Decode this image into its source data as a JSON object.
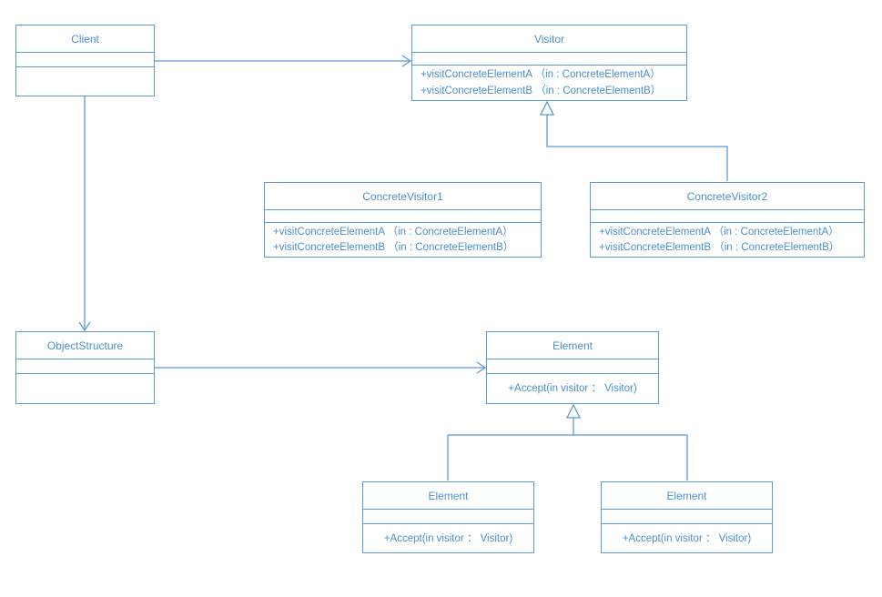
{
  "diagram": {
    "kind": "uml-class-diagram",
    "pattern": "Visitor",
    "colors": {
      "stroke": "#5B9BD5",
      "text": "#4A90CE",
      "background": "#FFFFFF"
    },
    "classes": [
      {
        "name": "Client",
        "methods": []
      },
      {
        "name": "Visitor",
        "methods": [
          "+visitConcreteElementA （in : ConcreteElementA）",
          "+visitConcreteElementB （in : ConcreteElementB）"
        ]
      },
      {
        "name": "ConcreteVisitor1",
        "methods": [
          "+visitConcreteElementA （in : ConcreteElementA）",
          "+visitConcreteElementB （in : ConcreteElementB）"
        ]
      },
      {
        "name": "ConcreteVisitor2",
        "methods": [
          "+visitConcreteElementA （in : ConcreteElementA）",
          "+visitConcreteElementB （in : ConcreteElementB）"
        ]
      },
      {
        "name": "ObjectStructure",
        "methods": []
      },
      {
        "name": "Element",
        "methods": [
          "+Accept(in visitor ： Visitor)"
        ]
      },
      {
        "name": "Element",
        "methods": [
          "+Accept(in visitor ： Visitor)"
        ]
      },
      {
        "name": "Element",
        "methods": [
          "+Accept(in visitor ： Visitor)"
        ]
      }
    ],
    "relationships": [
      {
        "type": "association",
        "from": "Client",
        "to": "Visitor"
      },
      {
        "type": "association",
        "from": "Client",
        "to": "ObjectStructure"
      },
      {
        "type": "association",
        "from": "ObjectStructure",
        "to": "Element"
      },
      {
        "type": "generalization",
        "from": "ConcreteVisitor2",
        "to": "Visitor"
      },
      {
        "type": "generalization",
        "from": "Element (bottom-left)",
        "to": "Element"
      },
      {
        "type": "generalization",
        "from": "Element (bottom-right)",
        "to": "Element"
      }
    ]
  }
}
